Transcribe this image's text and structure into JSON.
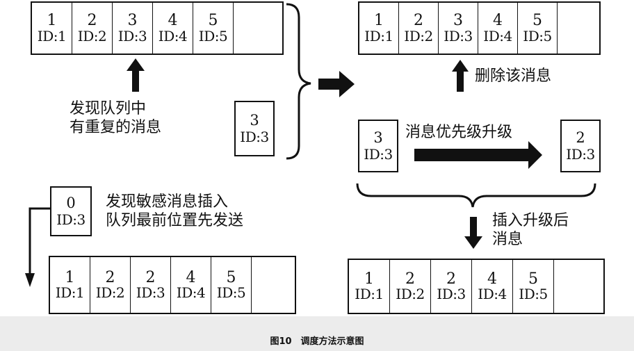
{
  "queues": {
    "top_left": {
      "cells": [
        {
          "num": "1",
          "id": "ID:1"
        },
        {
          "num": "2",
          "id": "ID:2"
        },
        {
          "num": "3",
          "id": "ID:3"
        },
        {
          "num": "4",
          "id": "ID:4"
        },
        {
          "num": "5",
          "id": "ID:5"
        },
        {
          "num": "",
          "id": ""
        }
      ]
    },
    "top_right": {
      "cells": [
        {
          "num": "1",
          "id": "ID:1"
        },
        {
          "num": "2",
          "id": "ID:2"
        },
        {
          "num": "3",
          "id": "ID:3"
        },
        {
          "num": "4",
          "id": "ID:4"
        },
        {
          "num": "5",
          "id": "ID:5"
        },
        {
          "num": "",
          "id": ""
        }
      ]
    },
    "bottom_left": {
      "cells": [
        {
          "num": "1",
          "id": "ID:1"
        },
        {
          "num": "2",
          "id": "ID:2"
        },
        {
          "num": "2",
          "id": "ID:3"
        },
        {
          "num": "4",
          "id": "ID:4"
        },
        {
          "num": "5",
          "id": "ID:5"
        },
        {
          "num": "",
          "id": ""
        }
      ]
    },
    "bottom_right": {
      "cells": [
        {
          "num": "1",
          "id": "ID:1"
        },
        {
          "num": "2",
          "id": "ID:2"
        },
        {
          "num": "2",
          "id": "ID:3"
        },
        {
          "num": "4",
          "id": "ID:4"
        },
        {
          "num": "5",
          "id": "ID:5"
        },
        {
          "num": "",
          "id": ""
        }
      ]
    }
  },
  "boxes": {
    "duplicate_msg": {
      "num": "3",
      "id": "ID:3"
    },
    "sensitive_msg": {
      "num": "0",
      "id": "ID:3"
    },
    "before_upgrade": {
      "num": "3",
      "id": "ID:3"
    },
    "after_upgrade": {
      "num": "2",
      "id": "ID:3"
    }
  },
  "labels": {
    "found_duplicate": "发现队列中\n有重复的消息",
    "delete_msg": "删除该消息",
    "priority_upgrade": "消息优先级升级",
    "sensitive_insert": "发现敏感消息插入\n队列最前位置先发送",
    "insert_upgraded": "插入升级后\n消息"
  },
  "caption": "图10　调度方法示意图"
}
